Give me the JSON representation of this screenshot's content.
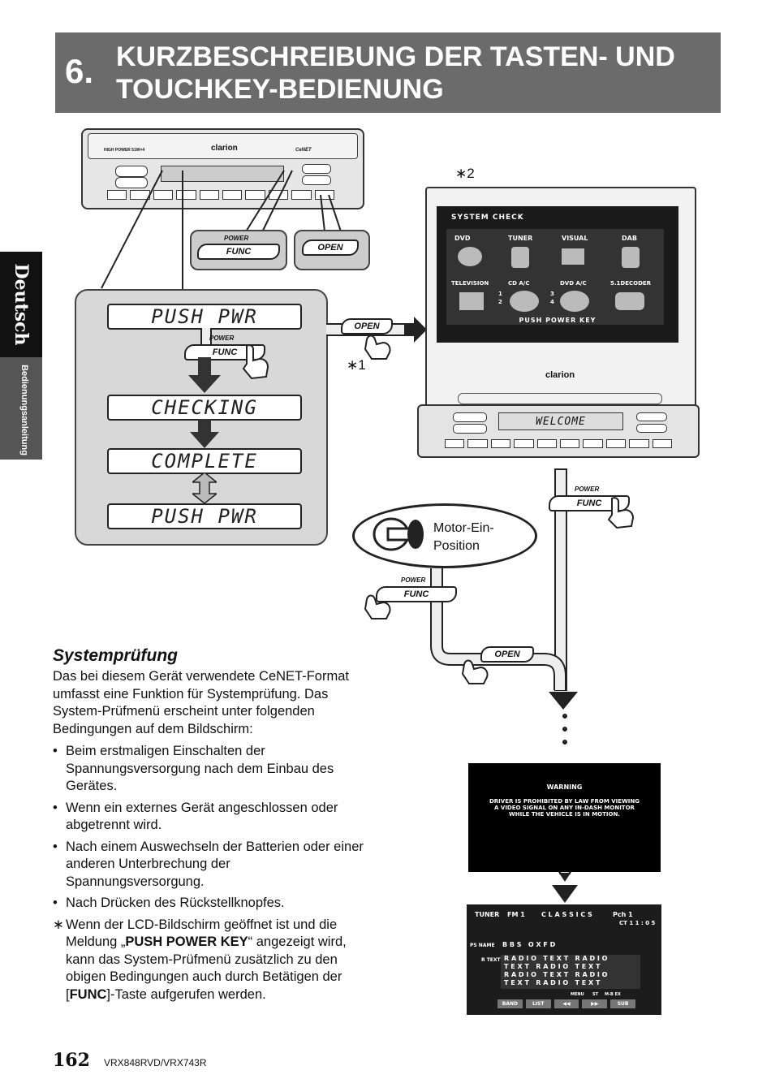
{
  "header": {
    "number": "6.",
    "title_line1": "KURZBESCHREIBUNG DER TASTEN- UND",
    "title_line2": "TOUCHKEY-BEDIENUNG"
  },
  "side_tab": {
    "language": "Deutsch",
    "manual": "Bedienungsanleitung"
  },
  "device": {
    "brand": "clarion",
    "left_label": "HIGH POWER 51W×4",
    "cenet": "CeNET"
  },
  "keys": {
    "power_label": "POWER",
    "func_label": "FUNC",
    "open_label": "OPEN"
  },
  "lcd_sequence": [
    "PUSH PWR",
    "CHECKING",
    "COMPLETE",
    "PUSH PWR"
  ],
  "footnotes": {
    "star1": "∗1",
    "star2": "∗2"
  },
  "system_check": {
    "title": "SYSTEM CHECK",
    "items": [
      "DVD",
      "TUNER",
      "VISUAL",
      "DAB",
      "TELEVISION",
      "CD A/C",
      "DVD A/C",
      "5.1DECODER"
    ],
    "cd_numbers": [
      "1",
      "2"
    ],
    "dvd_numbers": [
      "3",
      "4"
    ],
    "footer": "PUSH POWER KEY"
  },
  "monitor": {
    "brand": "clarion",
    "display": "WELCOME"
  },
  "motor": {
    "label_line1": "Motor-Ein-",
    "label_line2": "Position"
  },
  "warning": {
    "title": "WARNING",
    "line1": "DRIVER IS PROHIBITED BY LAW FROM VIEWING",
    "line2": "A VIDEO SIGNAL ON ANY IN-DASH MONITOR",
    "line3": "WHILE THE VEHICLE IS IN MOTION."
  },
  "tuner": {
    "source": "TUNER",
    "band": "FM 1",
    "station": "C L A S S I C S",
    "preset": "Pch 1",
    "clock": "CT 1 1 : 0 5",
    "ps_label": "PS NAME",
    "ps_value": "B B S   O X F D",
    "rt_label": "R TEXT",
    "rt_lines": [
      "R A D I O   T E X T   R A D I O",
      "T E X T   R A D I O   T E X T",
      "R A D I O   T E X T   R A D I O",
      "T E X T   R A D I O   T E X T"
    ],
    "menu_labels": [
      "MENU",
      "ST",
      "M-B EX"
    ],
    "buttons": [
      "BAND",
      "LIST",
      "◀◀",
      "▶▶",
      "SUB"
    ]
  },
  "section": {
    "title": "Systemprüfung",
    "intro": "Das bei diesem Gerät verwendete CeNET-Format umfasst eine Funktion für Systemprüfung. Das System-Prüfmenü erscheint unter folgenden Bedingungen auf dem Bildschirm:",
    "bullets": [
      "Beim erstmaligen Einschalten der Spannungsversorgung nach dem Einbau des Gerätes.",
      "Wenn ein externes Gerät angeschlossen oder abgetrennt wird.",
      "Nach einem Auswechseln der Batterien oder einer anderen Unterbrechung der Spannungsversorgung.",
      "Nach Drücken des Rückstellknopfes."
    ],
    "note_mark": "∗",
    "note_part1": "Wenn der LCD-Bildschirm geöffnet ist und die Meldung „",
    "note_bold1": "PUSH POWER KEY",
    "note_part2": "“ angezeigt wird, kann das System-Prüfmenü zusätzlich zu den obigen Bedingungen auch durch Betätigen der [",
    "note_bold2": "FUNC",
    "note_part3": "]-Taste aufgerufen werden."
  },
  "footer": {
    "page": "162",
    "model": "VRX848RVD/VRX743R"
  }
}
